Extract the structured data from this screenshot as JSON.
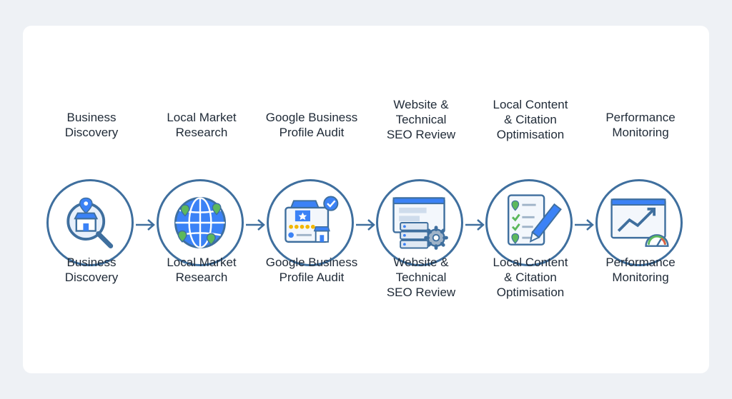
{
  "steps": [
    {
      "label_lines": [
        "Business",
        "Discovery"
      ],
      "icon": "store-search-icon"
    },
    {
      "label_lines": [
        "Local Market",
        "Research"
      ],
      "icon": "globe-pins-icon"
    },
    {
      "label_lines": [
        "Google Business",
        "Profile Audit"
      ],
      "icon": "business-profile-icon"
    },
    {
      "label_lines": [
        "Website &",
        "Technical",
        "SEO Review"
      ],
      "icon": "server-gear-icon"
    },
    {
      "label_lines": [
        "Local Content",
        "& Citation",
        "Optimisation"
      ],
      "icon": "checklist-pen-icon"
    },
    {
      "label_lines": [
        "Performance",
        "Monitoring"
      ],
      "icon": "analytics-gauge-icon"
    }
  ],
  "colors": {
    "stroke": "#3f6f9e",
    "accent_blue": "#3b82f6",
    "accent_green": "#5cb85c",
    "star": "#f2b705"
  }
}
